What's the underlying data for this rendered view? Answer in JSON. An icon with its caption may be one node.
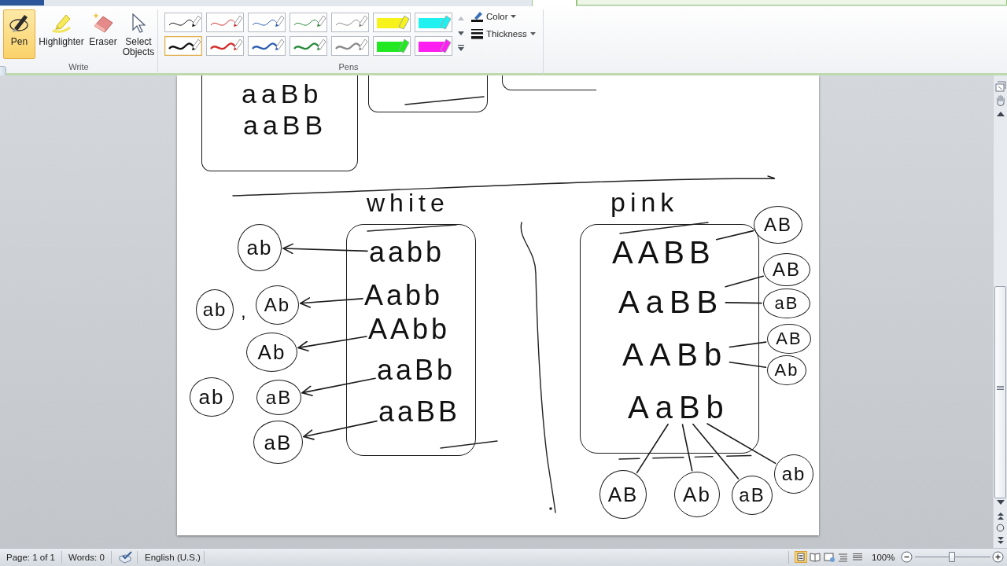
{
  "diagram": {
    "nodes": [
      {
        "text": [
          "aaBb",
          "aaBB"
        ]
      },
      {
        "text": [],
        "shape": "box"
      },
      {
        "text": [],
        "shape": "box"
      },
      {
        "text": [
          "white"
        ]
      },
      {
        "text": [
          "aabb"
        ],
        "in": 3
      },
      {
        "text": [
          "Aabb"
        ],
        "in": 3
      },
      {
        "text": [
          "AAbb"
        ],
        "in": 3
      },
      {
        "text": [
          "aaBb"
        ],
        "in": 3
      },
      {
        "text": [
          "aaBB"
        ],
        "in": 3
      },
      {
        "text": [
          "ab"
        ]
      },
      {
        "text": [
          "ab"
        ]
      },
      {
        "text": [
          "Ab"
        ]
      },
      {
        "text": [
          "Ab"
        ]
      },
      {
        "text": [
          "ab"
        ]
      },
      {
        "text": [
          "aB"
        ]
      },
      {
        "text": [
          "aB"
        ]
      },
      {
        "text": [
          "pink"
        ]
      },
      {
        "text": [
          "AABB"
        ],
        "in": 16
      },
      {
        "text": [
          "AaBB"
        ],
        "in": 16
      },
      {
        "text": [
          "AABb"
        ],
        "in": 16
      },
      {
        "text": [
          "AaBb"
        ],
        "in": 16
      },
      {
        "text": [
          "AB"
        ]
      },
      {
        "text": [
          "AB"
        ]
      },
      {
        "text": [
          "aB"
        ]
      },
      {
        "text": [
          "AB"
        ]
      },
      {
        "text": [
          "Ab"
        ]
      },
      {
        "text": [
          "AB"
        ]
      },
      {
        "text": [
          "Ab"
        ]
      },
      {
        "text": [
          "aB"
        ]
      },
      {
        "text": [
          "ab"
        ]
      }
    ],
    "edges": [
      {
        "from": 4,
        "to": 9,
        "arrow": "to"
      },
      {
        "from": 5,
        "to": 11,
        "arrow": "to"
      },
      {
        "from": 6,
        "to": 12,
        "arrow": "to"
      },
      {
        "from": 7,
        "to": 14,
        "arrow": "to"
      },
      {
        "from": 8,
        "to": 15,
        "arrow": "to"
      },
      {
        "from": 17,
        "to": 21,
        "arrow": "none"
      },
      {
        "from": 18,
        "to": 22,
        "arrow": "none"
      },
      {
        "from": 18,
        "to": 23,
        "arrow": "none"
      },
      {
        "from": 19,
        "to": 24,
        "arrow": "none"
      },
      {
        "from": 19,
        "to": 25,
        "arrow": "none"
      },
      {
        "from": 20,
        "to": 26,
        "arrow": "none"
      },
      {
        "from": 20,
        "to": 27,
        "arrow": "none"
      },
      {
        "from": 20,
        "to": 28,
        "arrow": "none"
      },
      {
        "from": 20,
        "to": 29,
        "arrow": "none"
      }
    ],
    "labels": [
      "Pen",
      "Highlighter",
      "Eraser",
      "Select Objects",
      "Color",
      "Thickness",
      "Write",
      "Pens",
      ",",
      "Page: 1 of 1",
      "Words: 0",
      "English (U.S.)",
      "100%"
    ]
  }
}
